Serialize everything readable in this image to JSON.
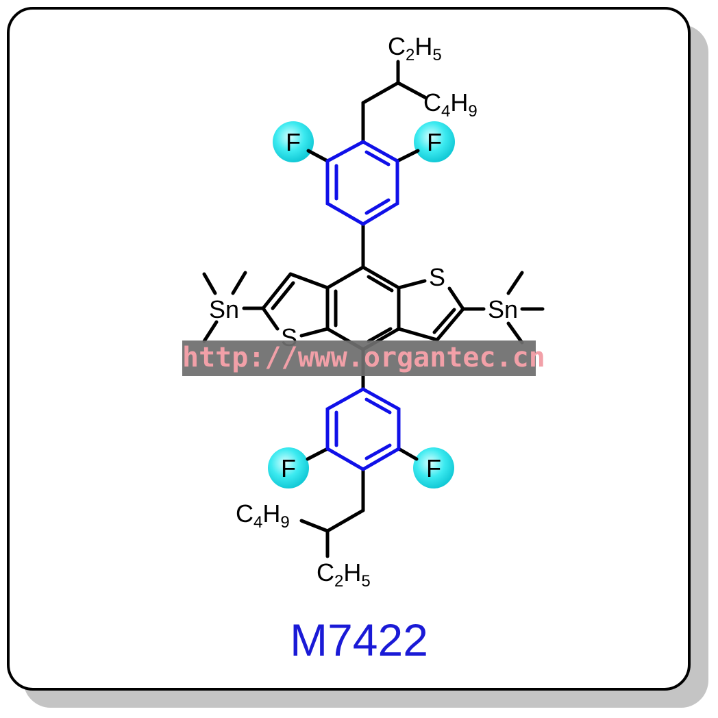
{
  "compound": {
    "id": "M7422",
    "id_color": "#1a1ad6"
  },
  "structure": {
    "atoms": {
      "S_right": "S",
      "S_left": "S",
      "Sn_left": "Sn",
      "Sn_right": "Sn",
      "F": "F"
    },
    "groups": {
      "ethyl": {
        "symbol": "C",
        "sub": "2",
        "h": "H",
        "hsub": "5"
      },
      "butyl": {
        "symbol": "C",
        "sub": "4",
        "h": "H",
        "hsub": "9"
      }
    },
    "colors": {
      "bond": "#000000",
      "aryl_ring": "#1010e8",
      "fluorine_highlight": "#22e6ee"
    }
  },
  "watermark": {
    "text": "http://www.organtec.cn",
    "text_color": "#f2a0a8",
    "bg_color": "#6e6e6e"
  }
}
